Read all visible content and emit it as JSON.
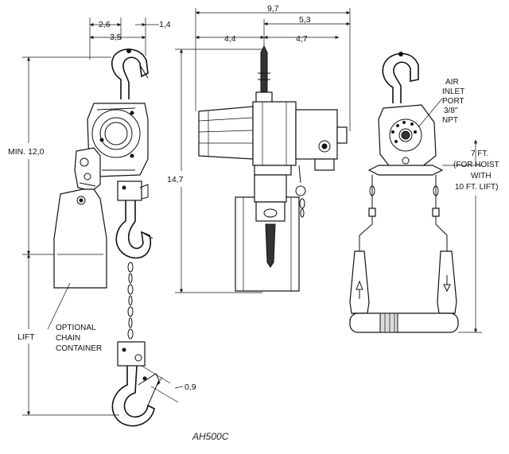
{
  "diagram": {
    "model": "AH500C",
    "left_view": {
      "dim_top_1": "2,6",
      "dim_top_2": "1,4",
      "dim_top_3": "3,5",
      "dim_min": "MIN. 12,0",
      "dim_lift": "LIFT",
      "dim_hook": "0,9",
      "container_label_1": "OPTIONAL",
      "container_label_2": "CHAIN",
      "container_label_3": "CONTAINER"
    },
    "center_view": {
      "dim_width": "9,7",
      "dim_right": "5,3",
      "dim_left_part": "4,4",
      "dim_right_part": "4,7",
      "dim_height": "14,7"
    },
    "right_view": {
      "air_1": "AIR",
      "air_2": "INLET",
      "air_3": "PORT",
      "air_4": "3/8\"",
      "air_5": "NPT",
      "pendant_1": "7 FT.",
      "pendant_2": "(FOR HOIST",
      "pendant_3": "WITH",
      "pendant_4": "10 FT. LIFT)"
    }
  }
}
